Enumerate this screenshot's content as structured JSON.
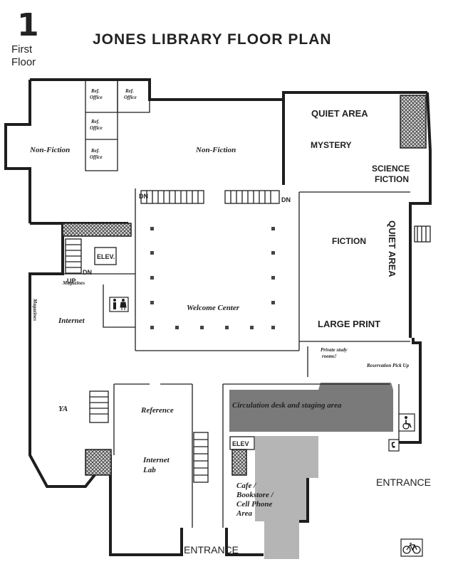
{
  "header": {
    "floor_number": "1",
    "floor_label_line1": "First",
    "floor_label_line2": "Floor",
    "title": "JONES LIBRARY FLOOR PLAN"
  },
  "rooms": {
    "nonfiction_left": "Non-Fiction",
    "nonfiction_center": "Non-Fiction",
    "ref_office_label": "Ref.",
    "ref_office_sub": "Office",
    "quiet_area_top": "QUIET AREA",
    "mystery": "MYSTERY",
    "science_fiction_line1": "SCIENCE",
    "science_fiction_line2": "FICTION",
    "fiction": "FICTION",
    "quiet_area_side": "QUIET AREA",
    "large_print": "LARGE PRINT",
    "private_study_line1": "Private study",
    "private_study_line2": "rooms!",
    "reservation_pickup": "Reservation Pick Up",
    "welcome_center": "Welcome Center",
    "elev_left": "ELEV.",
    "elev_right": "ELEV",
    "dn_left": "DN",
    "dn_right": "DN",
    "dn_stair": "DN",
    "up_stair": "UP",
    "magazines_top": "Magazines",
    "magazines_side": "Magazines",
    "internet": "Internet",
    "ya": "YA",
    "reference": "Reference",
    "internet_lab_line1": "Internet",
    "internet_lab_line2": "Lab",
    "circulation": "Circulation desk and staging area",
    "cafe_line1": "Cafe /",
    "cafe_line2": "Bookstore /",
    "cafe_line3": "Cell Phone",
    "cafe_line4": "Area",
    "entrance_right": "ENTRANCE",
    "entrance_bottom": "ENTRANCE"
  },
  "icons": {
    "restroom": "restroom-icon",
    "accessible": "wheelchair-icon",
    "phone": "phone-icon",
    "bicycle": "bicycle-icon"
  },
  "colors": {
    "circulation_fill": "#7a7a7a",
    "cafe_fill": "#b5b5b5",
    "walls": "#1e1e1e"
  }
}
